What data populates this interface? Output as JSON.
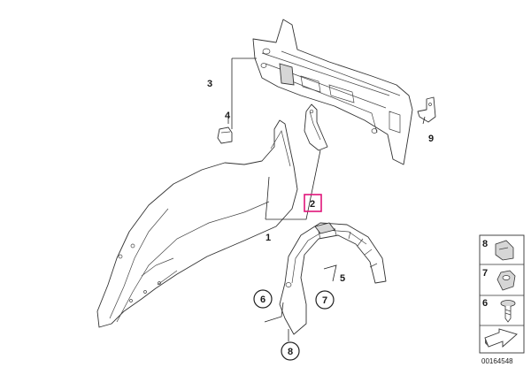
{
  "callouts": {
    "c1": "1",
    "c2": "2",
    "c3": "3",
    "c4": "4",
    "c5": "5",
    "c6": "6",
    "c7": "7",
    "c8": "8",
    "c9": "9"
  },
  "legend": {
    "items": [
      "8",
      "7",
      "6"
    ]
  },
  "diagram_id": "00164548",
  "colors": {
    "highlight": "#e0147a",
    "line": "#333333"
  }
}
